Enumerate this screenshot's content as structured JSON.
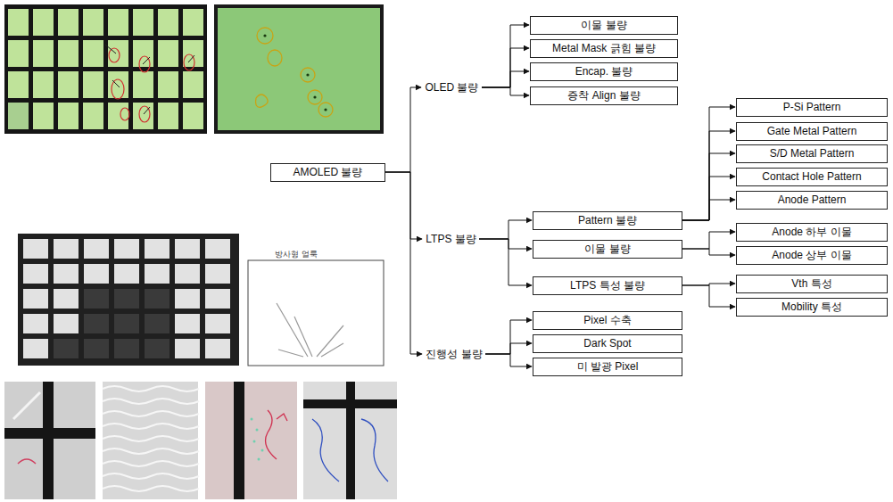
{
  "diagram": {
    "nodes": [
      {
        "text": [
          "AMOLED 불량"
        ]
      },
      {
        "text": [
          "OLED 불량"
        ]
      },
      {
        "text": [
          "이물 불량"
        ]
      },
      {
        "text": [
          "Metal Mask 긁힘 불량"
        ]
      },
      {
        "text": [
          "Encap. 불량"
        ]
      },
      {
        "text": [
          "증착 Align 불량"
        ]
      },
      {
        "text": [
          "LTPS 불량"
        ]
      },
      {
        "text": [
          "Pattern 불량"
        ]
      },
      {
        "text": [
          "P-Si Pattern"
        ]
      },
      {
        "text": [
          "Gate Metal Pattern"
        ]
      },
      {
        "text": [
          "S/D Metal Pattern"
        ]
      },
      {
        "text": [
          "Contact Hole Pattern"
        ]
      },
      {
        "text": [
          "Anode Pattern"
        ]
      },
      {
        "text": [
          "이물 불량"
        ]
      },
      {
        "text": [
          "Anode 하부 이물"
        ]
      },
      {
        "text": [
          "Anode 상부 이물"
        ]
      },
      {
        "text": [
          "LTPS 특성 불량"
        ]
      },
      {
        "text": [
          "Vth 특성"
        ]
      },
      {
        "text": [
          "Mobility 특성"
        ]
      },
      {
        "text": [
          "진행성 불량"
        ]
      },
      {
        "text": [
          "Pixel 수축"
        ]
      },
      {
        "text": [
          "Dark Spot"
        ]
      },
      {
        "text": [
          "미 발광 Pixel"
        ]
      }
    ],
    "edges": [
      {
        "from": 0,
        "to": 1,
        "arrow": "to"
      },
      {
        "from": 0,
        "to": 6,
        "arrow": "to"
      },
      {
        "from": 0,
        "to": 19,
        "arrow": "to"
      },
      {
        "from": 1,
        "to": 2,
        "arrow": "to"
      },
      {
        "from": 1,
        "to": 3,
        "arrow": "to"
      },
      {
        "from": 1,
        "to": 4,
        "arrow": "to"
      },
      {
        "from": 1,
        "to": 5,
        "arrow": "to"
      },
      {
        "from": 6,
        "to": 7,
        "arrow": "to"
      },
      {
        "from": 6,
        "to": 13,
        "arrow": "to"
      },
      {
        "from": 6,
        "to": 16,
        "arrow": "to"
      },
      {
        "from": 7,
        "to": 8,
        "arrow": "to"
      },
      {
        "from": 7,
        "to": 9,
        "arrow": "to"
      },
      {
        "from": 7,
        "to": 10,
        "arrow": "to"
      },
      {
        "from": 7,
        "to": 11,
        "arrow": "to"
      },
      {
        "from": 7,
        "to": 12,
        "arrow": "to"
      },
      {
        "from": 13,
        "to": 14,
        "arrow": "to"
      },
      {
        "from": 13,
        "to": 15,
        "arrow": "to"
      },
      {
        "from": 16,
        "to": 17,
        "arrow": "to"
      },
      {
        "from": 16,
        "to": 18,
        "arrow": "to"
      },
      {
        "from": 19,
        "to": 20,
        "arrow": "to"
      },
      {
        "from": 19,
        "to": 21,
        "arrow": "to"
      },
      {
        "from": 19,
        "to": 22,
        "arrow": "to"
      }
    ],
    "labels": [
      "방사형 얼룩"
    ]
  }
}
